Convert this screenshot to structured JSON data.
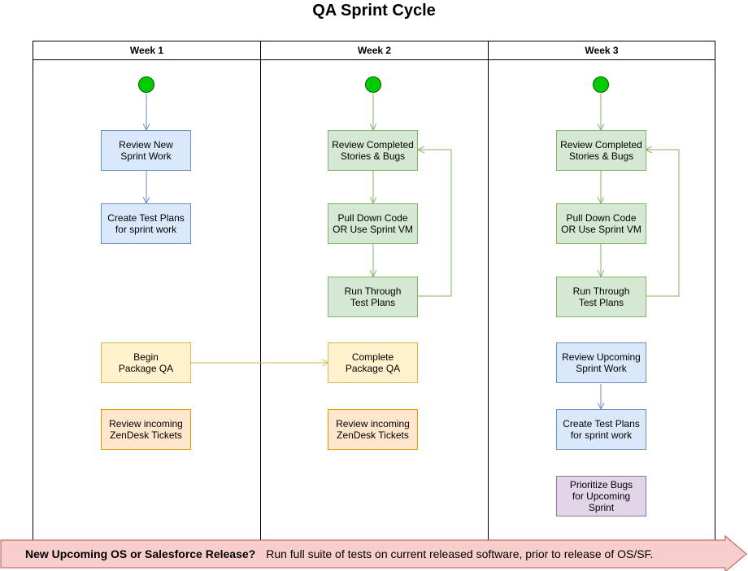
{
  "title": "QA Sprint Cycle",
  "lanes": [
    "Week 1",
    "Week 2",
    "Week 3"
  ],
  "week1": {
    "review_new": "Review New\nSprint Work",
    "create_plans": "Create Test Plans\nfor sprint work",
    "begin_package": "Begin\nPackage QA",
    "zendesk": "Review incoming\nZenDesk Tickets"
  },
  "week2": {
    "review_completed": "Review Completed\nStories & Bugs",
    "pull_code": "Pull Down Code\nOR Use Sprint VM",
    "run_plans": "Run Through\nTest Plans",
    "complete_package": "Complete\nPackage QA",
    "zendesk": "Review incoming\nZenDesk Tickets"
  },
  "week3": {
    "review_completed": "Review Completed\nStories & Bugs",
    "pull_code": "Pull Down Code\nOR Use Sprint VM",
    "run_plans": "Run Through\nTest Plans",
    "review_upcoming": "Review Upcoming\nSprint Work",
    "create_plans": "Create Test Plans\nfor sprint work",
    "prioritize": "Prioritize Bugs\nfor Upcoming\nSprint"
  },
  "banner": {
    "question": "New Upcoming OS or Salesforce Release?",
    "text": "Run full suite of tests on current released software, prior to release of OS/SF."
  },
  "colors": {
    "blue_fill": "#dae8fc",
    "blue_stroke": "#6c8ebf",
    "green_fill": "#d5e8d4",
    "green_stroke": "#82b366",
    "yellow_fill": "#fff2cc",
    "yellow_stroke": "#d6b656",
    "orange_fill": "#ffe6cc",
    "orange_stroke": "#d79b00",
    "purple_fill": "#e1d5e7",
    "purple_stroke": "#9673a6",
    "banner_fill": "#f8cecc",
    "banner_stroke": "#b85450",
    "start_fill": "#00cc00"
  }
}
